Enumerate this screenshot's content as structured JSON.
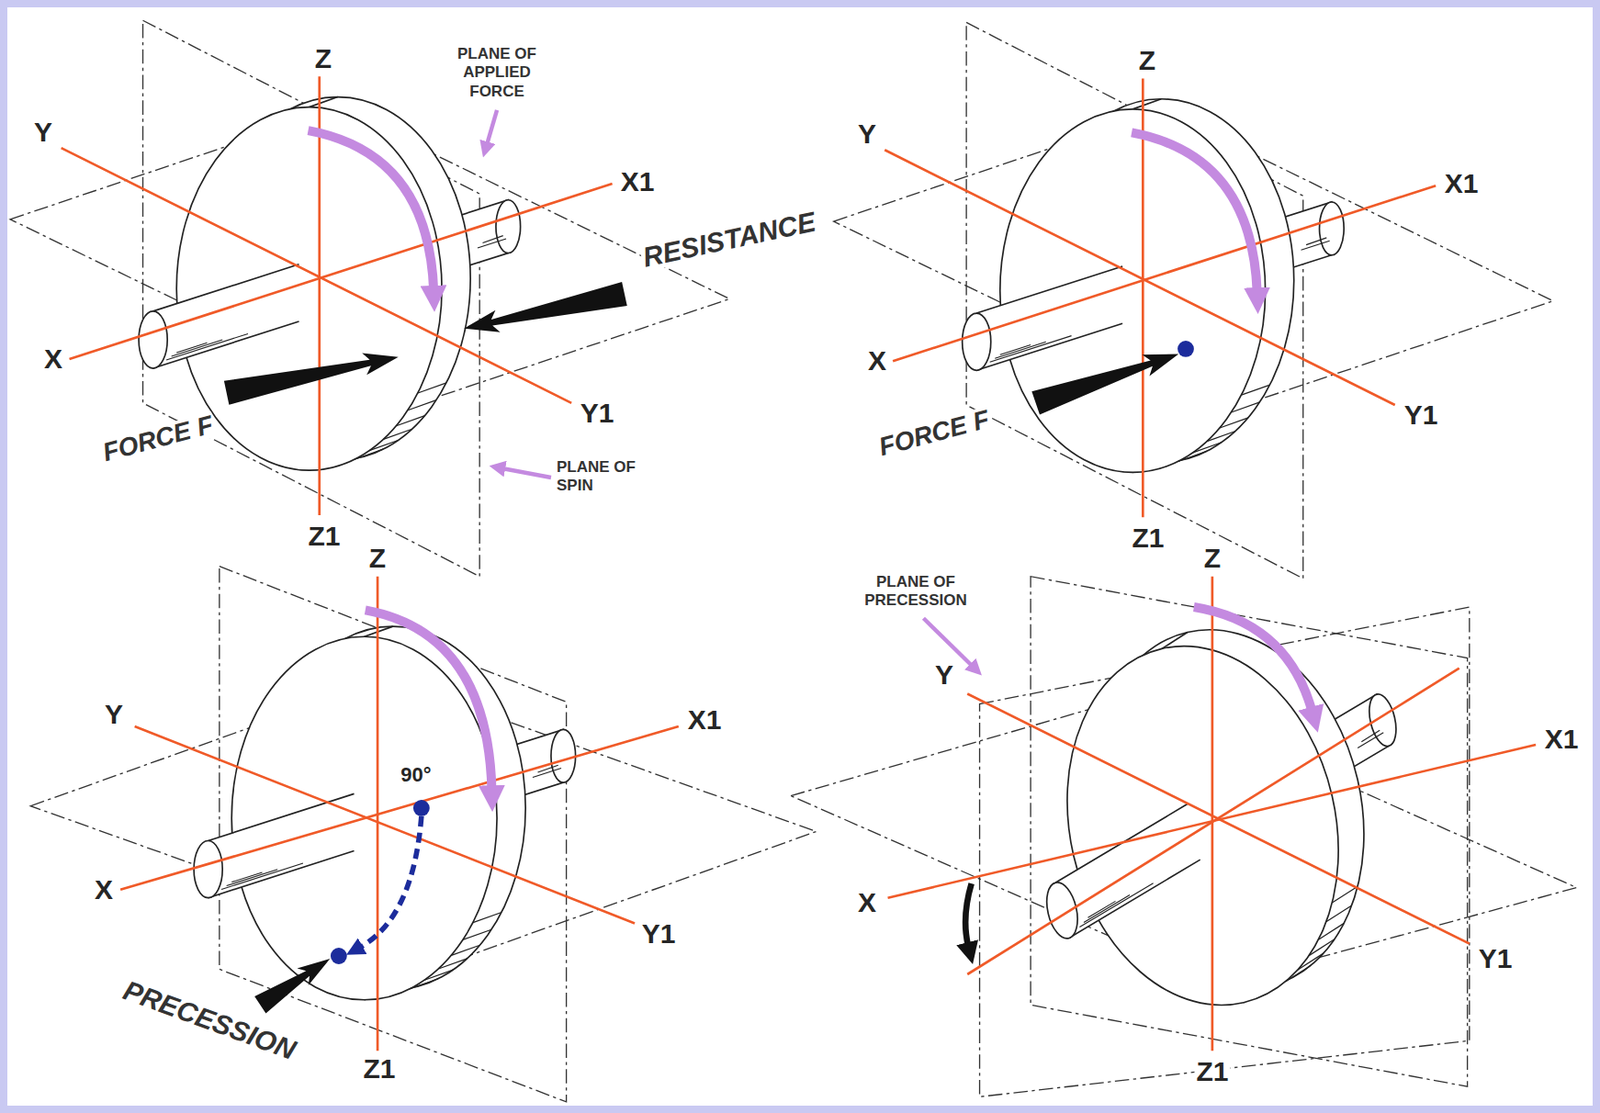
{
  "diagram": {
    "labels": [
      "Z",
      "PLANE OF APPLIED FORCE",
      "Y",
      "X1",
      "RESISTANCE",
      "X",
      "FORCE F",
      "Y1",
      "PLANE OF SPIN",
      "Z1",
      "Z",
      "Y",
      "X1",
      "X",
      "FORCE F",
      "Y1",
      "Z1",
      "Z",
      "Y",
      "X1",
      "90°",
      "X",
      "PRECESSION",
      "Y1",
      "Z1",
      "PLANE OF PRECESSION",
      "Z",
      "Y",
      "X1",
      "X",
      "Y1",
      "Z1"
    ]
  }
}
